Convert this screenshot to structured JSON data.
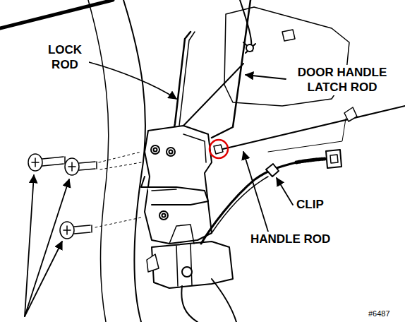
{
  "diagram": {
    "labels": [
      "LOCK ROD",
      "DOOR HANDLE LATCH ROD",
      "CLIP",
      "HANDLE ROD",
      "#6487"
    ]
  }
}
